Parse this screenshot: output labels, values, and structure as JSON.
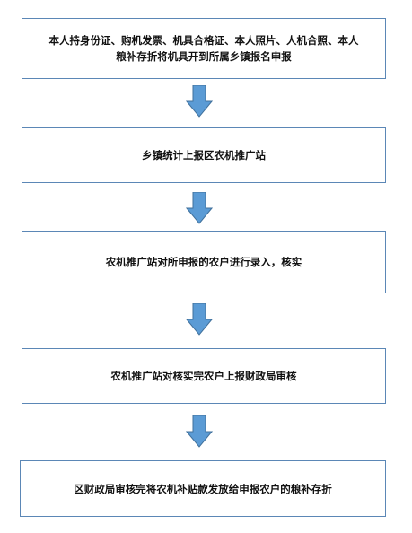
{
  "flowchart": {
    "steps": [
      {
        "line1": "本人持身份证、购机发票、机具合格证、本人照片、人机合照、本人",
        "line2": "粮补存折将机具开到所属乡镇报名申报"
      },
      {
        "text": "乡镇统计上报区农机推广站"
      },
      {
        "text": "农机推广站对所申报的农户进行录入，核实"
      },
      {
        "text": "农机推广站对核实完农户上报财政局审核"
      },
      {
        "text": "区财政局审核完将农机补贴款发放给申报农户的粮补存折"
      }
    ],
    "colors": {
      "box_border": "#5b87b6",
      "arrow_fill": "#5b9bd5",
      "arrow_stroke": "#41719c",
      "text": "#111111"
    }
  }
}
